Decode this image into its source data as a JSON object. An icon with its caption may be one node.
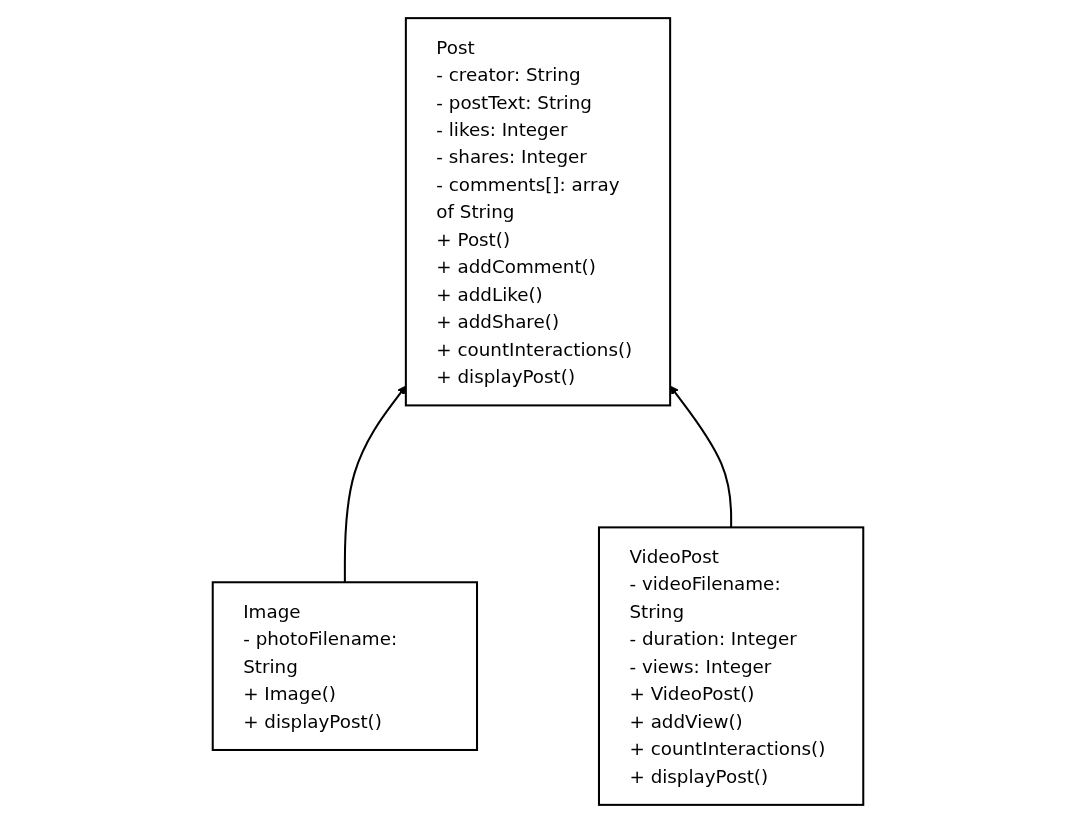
{
  "diagram": {
    "nodes": [
      {
        "text": [
          "Post",
          "- creator: String",
          "- postText: String",
          "- likes: Integer",
          "- shares: Integer",
          "- comments[]: array of String",
          "+ Post()",
          "+ addComment()",
          "+ addLike()",
          "+ addShare()",
          "+ countInteractions()",
          "+ displayPost()"
        ]
      },
      {
        "text": [
          "Image",
          "- photoFilename: String",
          "+ Image()",
          "+ displayPost()"
        ]
      },
      {
        "text": [
          "VideoPost",
          "- videoFilename: String",
          "- duration: Integer",
          "- views: Integer",
          "+ VideoPost()",
          "+ addView()",
          "+ countInteractions()",
          "+ displayPost()"
        ]
      }
    ],
    "edges": [
      {
        "from": 1,
        "to": 0,
        "arrow": "to"
      },
      {
        "from": 2,
        "to": 0,
        "arrow": "to"
      }
    ]
  }
}
